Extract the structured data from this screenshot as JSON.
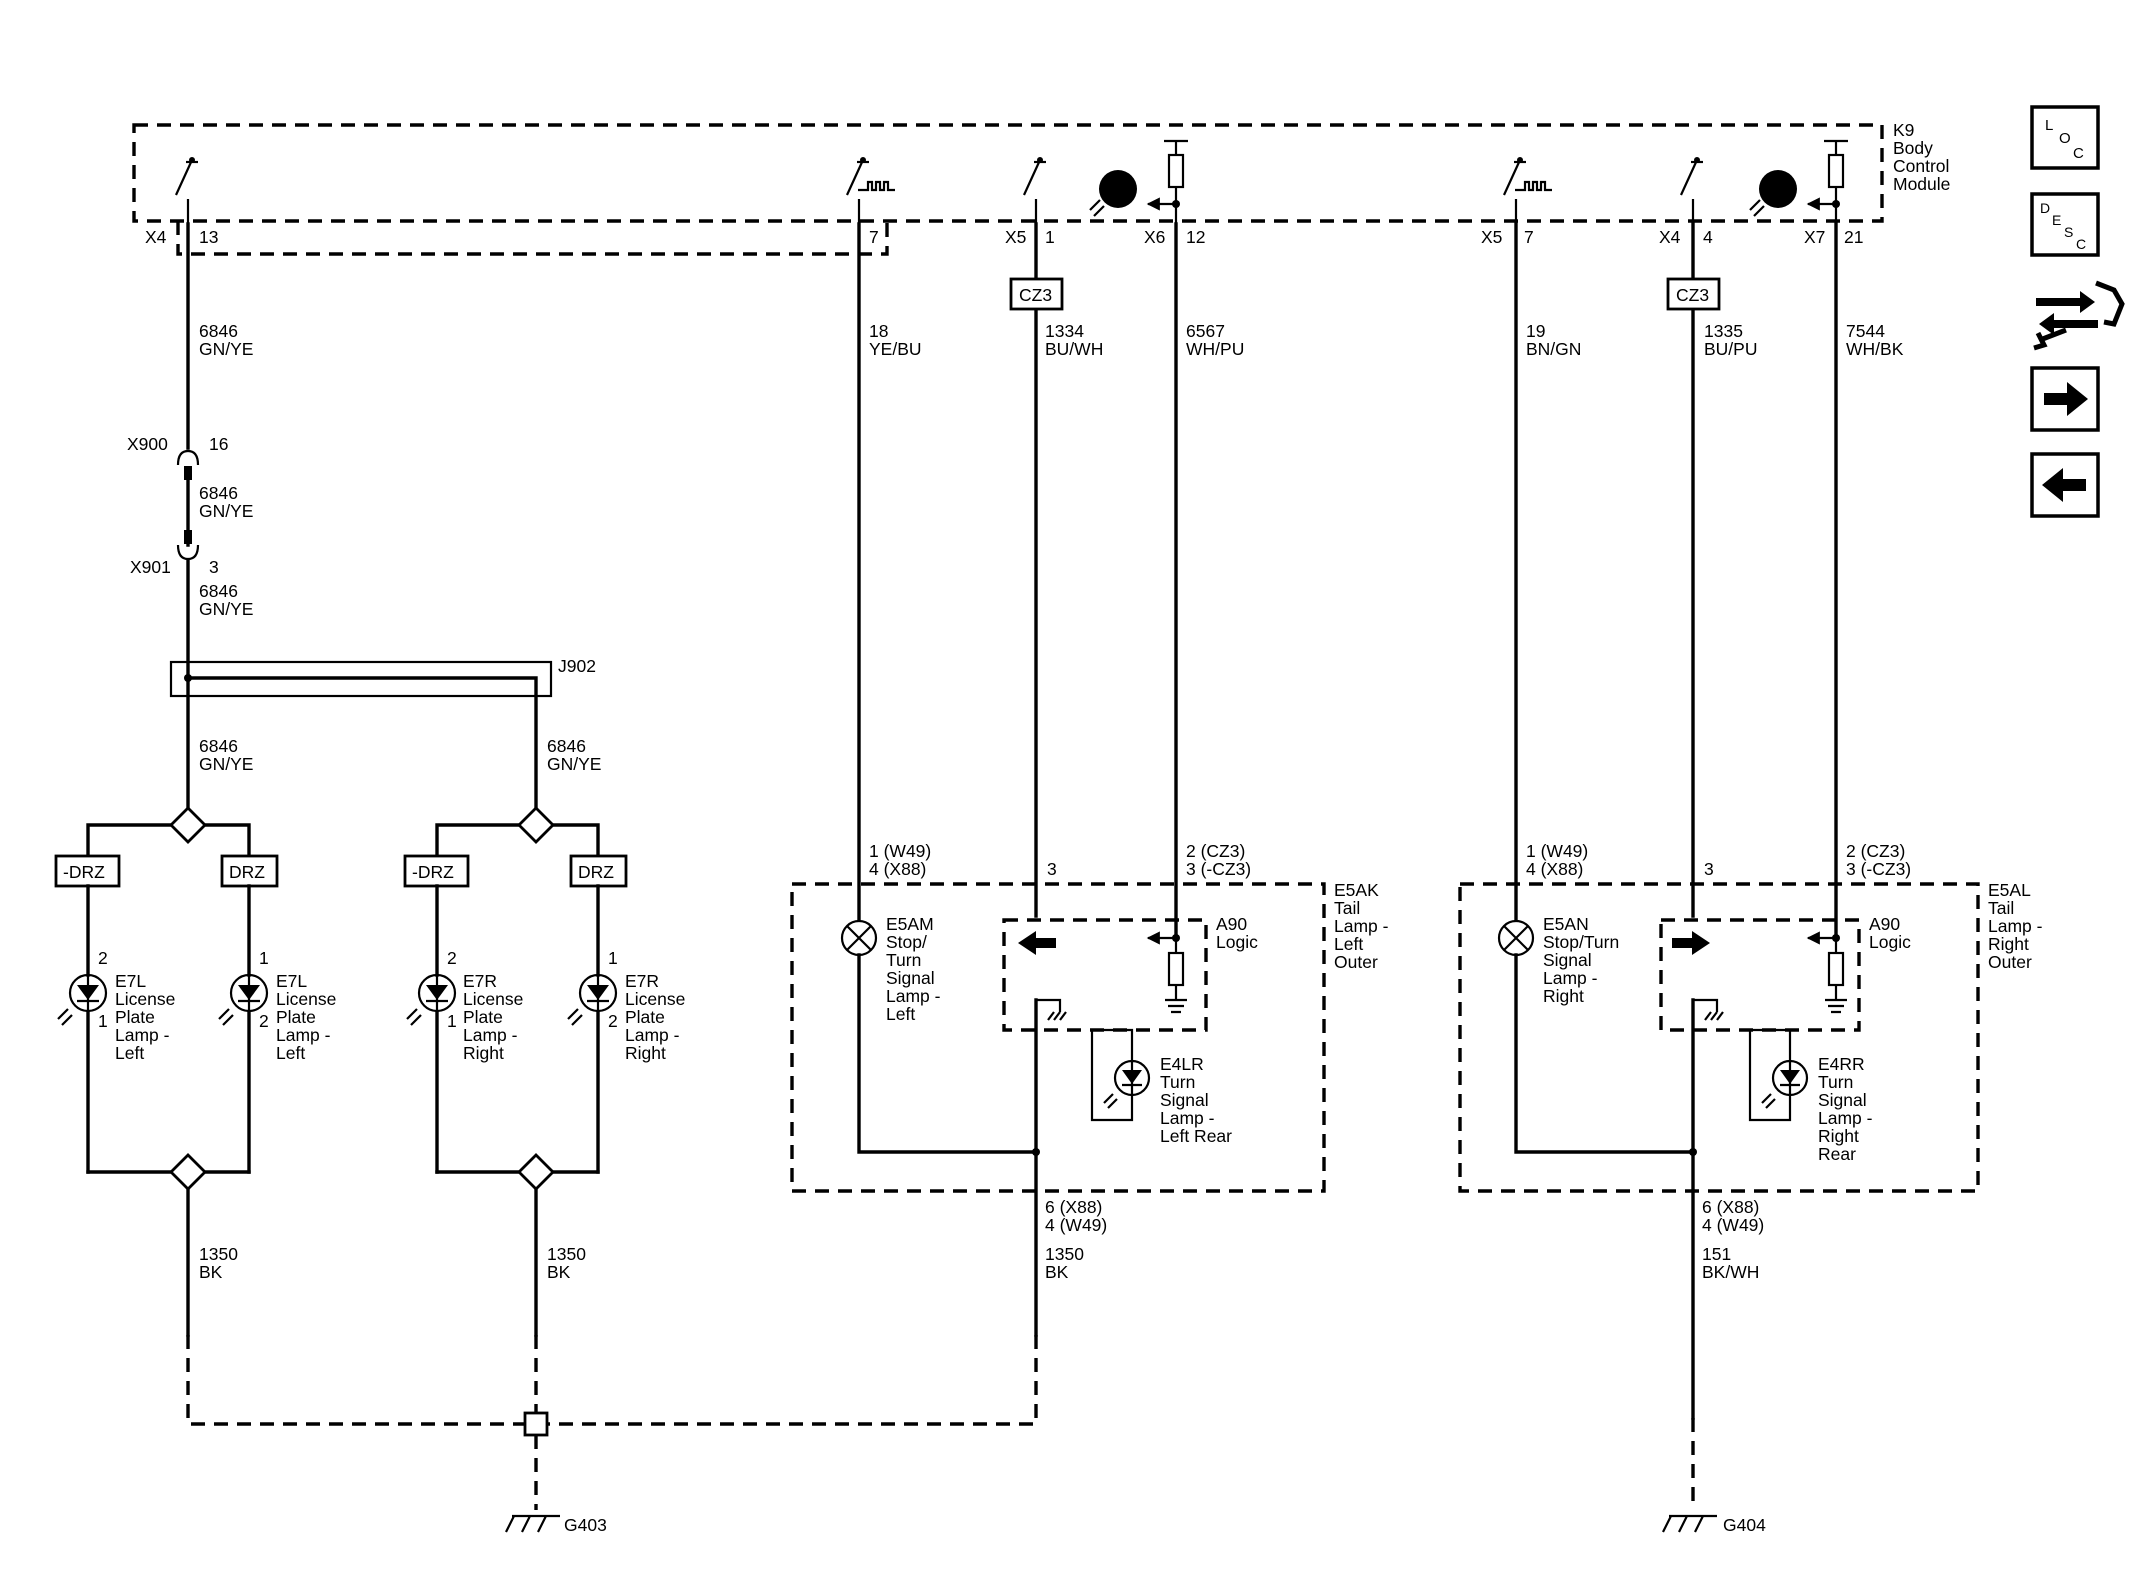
{
  "module": {
    "id": "K9",
    "name_lines": [
      "Body",
      "Control",
      "Module"
    ]
  },
  "nav": [
    {
      "name": "loc-button",
      "letters": [
        "L",
        "O",
        "C"
      ]
    },
    {
      "name": "desc-button",
      "letters": [
        "D",
        "E",
        "S",
        "C"
      ]
    },
    {
      "name": "connector-icon"
    },
    {
      "name": "next-arrow-button"
    },
    {
      "name": "prev-arrow-button"
    }
  ],
  "connector_labels": [
    {
      "conn": "X4",
      "pin": "13"
    },
    {
      "conn": "",
      "pin": "7"
    },
    {
      "conn": "X5",
      "pin": "1"
    },
    {
      "conn": "X6",
      "pin": "12"
    },
    {
      "conn": "X5",
      "pin": "7"
    },
    {
      "conn": "X4",
      "pin": "4"
    },
    {
      "conn": "X7",
      "pin": "21"
    }
  ],
  "wires": [
    {
      "circuit": "6846",
      "color": "GN/YE"
    },
    {
      "circuit": "18",
      "color": "YE/BU"
    },
    {
      "circuit": "1334",
      "color": "BU/WH"
    },
    {
      "circuit": "6567",
      "color": "WH/PU"
    },
    {
      "circuit": "19",
      "color": "BN/GN"
    },
    {
      "circuit": "1335",
      "color": "BU/PU"
    },
    {
      "circuit": "7544",
      "color": "WH/BK"
    },
    {
      "circuit": "6846",
      "color": "GN/YE"
    },
    {
      "circuit": "6846",
      "color": "GN/YE"
    },
    {
      "circuit": "6846",
      "color": "GN/YE"
    },
    {
      "circuit": "6846",
      "color": "GN/YE"
    },
    {
      "circuit": "1350",
      "color": "BK"
    },
    {
      "circuit": "1350",
      "color": "BK"
    },
    {
      "circuit": "1350",
      "color": "BK"
    },
    {
      "circuit": "151",
      "color": "BK/WH"
    }
  ],
  "inline_connectors": [
    {
      "id": "X900",
      "pin": "16"
    },
    {
      "id": "X901",
      "pin": "3"
    }
  ],
  "splice": "J902",
  "cz3_label": "CZ3",
  "options": {
    "neg_drz": "-DRZ",
    "drz": "DRZ"
  },
  "license_lamps": [
    {
      "pin_top": "2",
      "pin_bottom": "1",
      "lines": [
        "E7L",
        "License",
        "Plate",
        "Lamp -",
        "Left"
      ]
    },
    {
      "pin_top": "1",
      "pin_bottom": "2",
      "lines": [
        "E7L",
        "License",
        "Plate",
        "Lamp -",
        "Left"
      ]
    },
    {
      "pin_top": "2",
      "pin_bottom": "1",
      "lines": [
        "E7R",
        "License",
        "Plate",
        "Lamp -",
        "Right"
      ]
    },
    {
      "pin_top": "1",
      "pin_bottom": "2",
      "lines": [
        "E7R",
        "License",
        "Plate",
        "Lamp -",
        "Right"
      ]
    }
  ],
  "tail_left": {
    "name_lines": [
      "E5AK",
      "Tail",
      "Lamp -",
      "Left",
      "Outer"
    ],
    "pin_a": [
      "1 (W49)",
      "4 (X88)"
    ],
    "pin_b": "3",
    "pin_c": [
      "2 (CZ3)",
      "3 (-CZ3)"
    ],
    "bulb_lines": [
      "E5AM",
      "Stop/",
      "Turn",
      "Signal",
      "Lamp -",
      "Left"
    ],
    "logic_lines": [
      "A90",
      "Logic"
    ],
    "led_lines": [
      "E4LR",
      "Turn",
      "Signal",
      "Lamp -",
      "Left Rear"
    ],
    "ground_pin": [
      "6 (X88)",
      "4 (W49)"
    ]
  },
  "tail_right": {
    "name_lines": [
      "E5AL",
      "Tail",
      "Lamp -",
      "Right",
      "Outer"
    ],
    "pin_a": [
      "1 (W49)",
      "4 (X88)"
    ],
    "pin_b": "3",
    "pin_c": [
      "2 (CZ3)",
      "3 (-CZ3)"
    ],
    "bulb_lines": [
      "E5AN",
      "Stop/Turn",
      "Signal",
      "Lamp -",
      "Right"
    ],
    "logic_lines": [
      "A90",
      "Logic"
    ],
    "led_lines": [
      "E4RR",
      "Turn",
      "Signal",
      "Lamp -",
      "Right",
      "Rear"
    ],
    "ground_pin": [
      "6 (X88)",
      "4 (W49)"
    ]
  },
  "grounds": [
    "G403",
    "G404"
  ]
}
